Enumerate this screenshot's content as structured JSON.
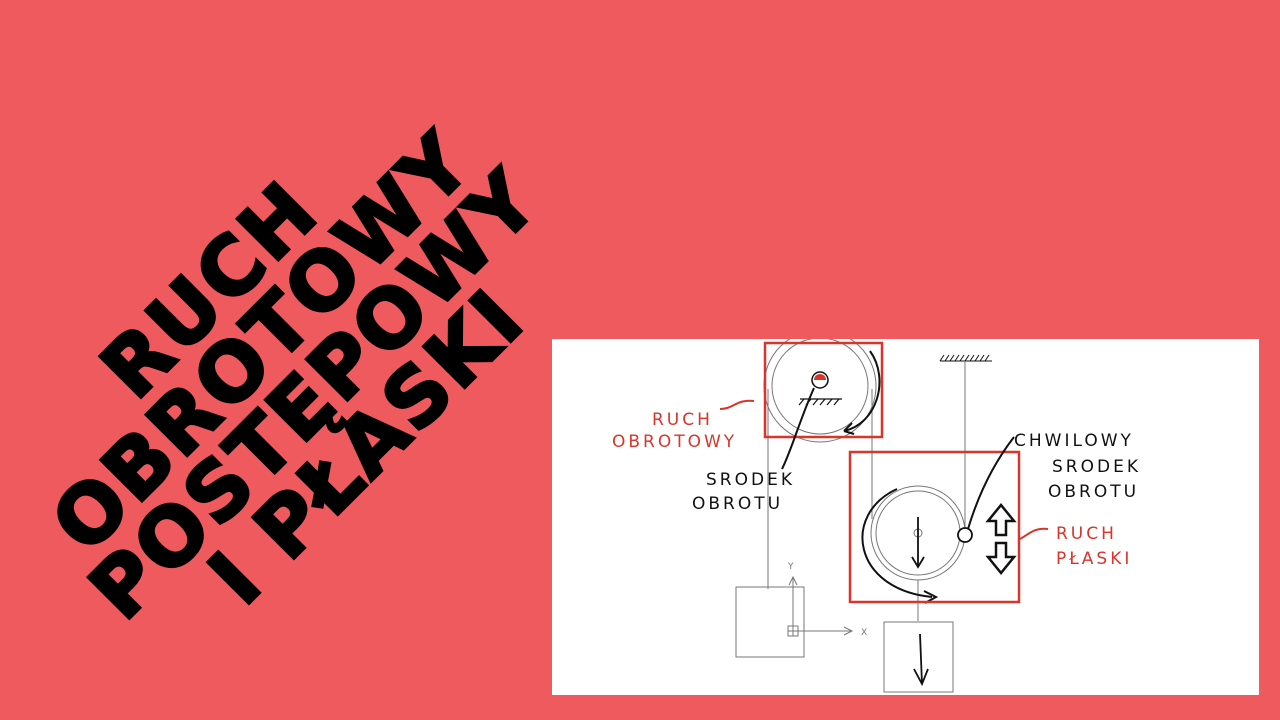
{
  "title": {
    "lines": [
      "RUCH",
      "OBROTOWY",
      "POSTĘPOWY",
      "I PŁASKI"
    ]
  },
  "diagram": {
    "labels": {
      "ruch_obrotowy_1": "RUCH",
      "ruch_obrotowy_2": "OBROTOWY",
      "srodek_obrotu_1": "SRODEK",
      "srodek_obrotu_2": "OBROTU",
      "chwilowy_1": "CHWILOWY",
      "chwilowy_2": "SRODEK",
      "chwilowy_3": "OBROTU",
      "ruch_plaski_1": "RUCH",
      "ruch_plaski_2": "PŁASKI",
      "axis_y": "Y",
      "axis_x": "X"
    },
    "colors": {
      "annotation_red": "#d9352b",
      "ink": "#111111",
      "line_gray": "#777777",
      "background": "#ef5a5f"
    }
  }
}
